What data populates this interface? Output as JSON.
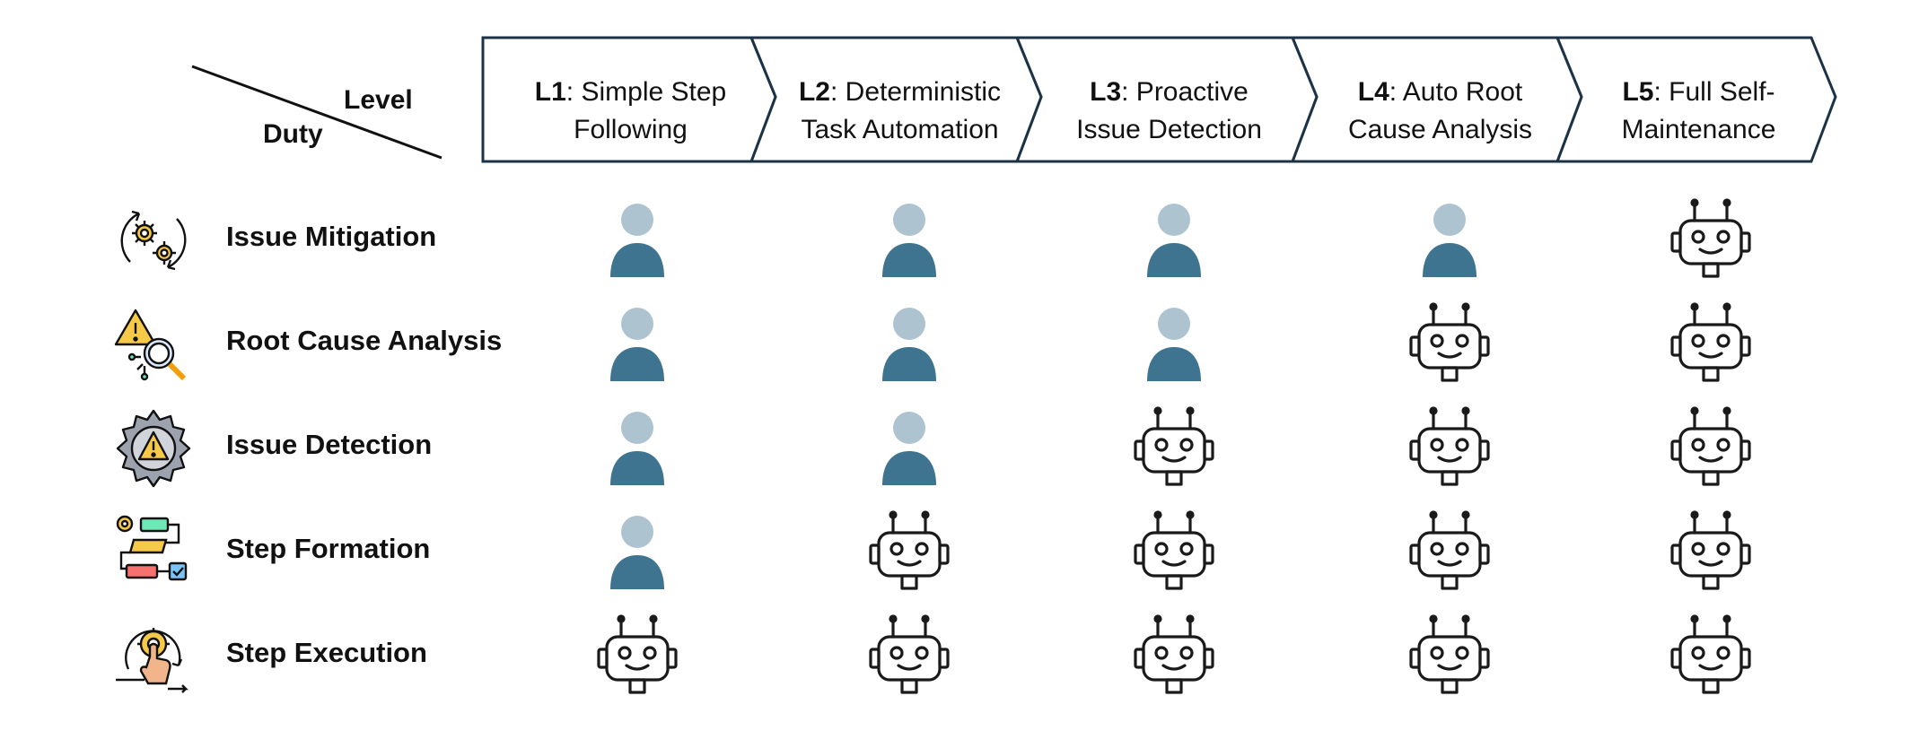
{
  "corner": {
    "level_label": "Level",
    "duty_label": "Duty"
  },
  "levels": [
    {
      "code": "L1",
      "name": ": Simple Step",
      "name2": "Following"
    },
    {
      "code": "L2",
      "name": ": Deterministic",
      "name2": "Task Automation"
    },
    {
      "code": "L3",
      "name": ": Proactive",
      "name2": "Issue Detection"
    },
    {
      "code": "L4",
      "name": ": Auto Root",
      "name2": "Cause Analysis"
    },
    {
      "code": "L5",
      "name": ": Full Self-",
      "name2": "Maintenance"
    }
  ],
  "duties": [
    {
      "label": "Issue Mitigation",
      "icon": "gears-cycle-icon",
      "cells": [
        "human",
        "human",
        "human",
        "human",
        "robot"
      ]
    },
    {
      "label": "Root Cause Analysis",
      "icon": "warning-magnifier-icon",
      "cells": [
        "human",
        "human",
        "human",
        "robot",
        "robot"
      ]
    },
    {
      "label": "Issue Detection",
      "icon": "gear-warning-icon",
      "cells": [
        "human",
        "human",
        "robot",
        "robot",
        "robot"
      ]
    },
    {
      "label": "Step Formation",
      "icon": "workflow-steps-icon",
      "cells": [
        "human",
        "robot",
        "robot",
        "robot",
        "robot"
      ]
    },
    {
      "label": "Step Execution",
      "icon": "gear-hand-click-icon",
      "cells": [
        "robot",
        "robot",
        "robot",
        "robot",
        "robot"
      ]
    }
  ],
  "colors": {
    "chevron_stroke": "#1c3347",
    "human_head": "#aec3d0",
    "human_body": "#3f7490",
    "robot_stroke": "#1a1a1a",
    "icon_yellow": "#f7c948",
    "icon_green": "#6ee7b7",
    "icon_red": "#f87171",
    "icon_blue": "#7cc3f5"
  }
}
